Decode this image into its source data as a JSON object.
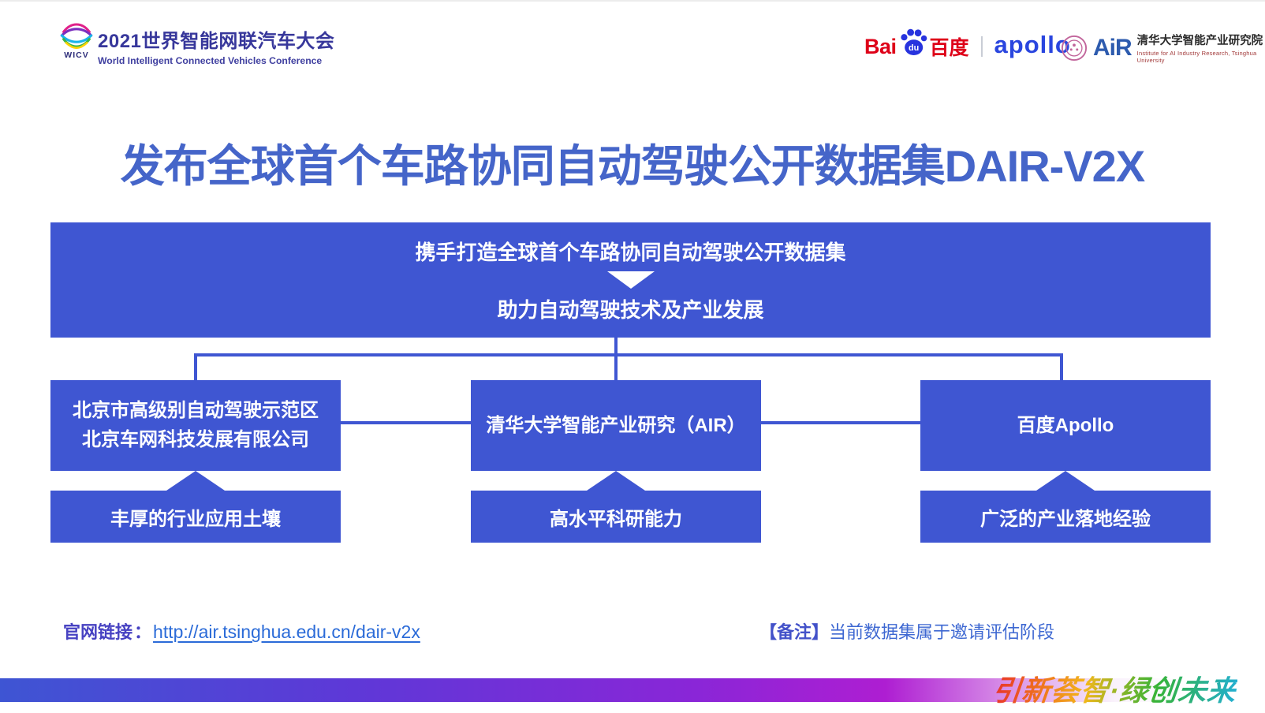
{
  "header": {
    "wicv": {
      "badge": "WICV",
      "title": "2021世界智能网联汽车大会",
      "subtitle": "World Intelligent Connected Vehicles Conference"
    },
    "baidu": {
      "bai": "Bai",
      "du": "du",
      "cn": "百度"
    },
    "apollo": {
      "wordmark": "apollo"
    },
    "air": {
      "wordmark": "AiR",
      "cn": "清华大学智能产业研究院",
      "en": "Institute for AI Industry Research, Tsinghua University"
    }
  },
  "title": "发布全球首个车路协同自动驾驶公开数据集DAIR-V2X",
  "diagram": {
    "top_box": {
      "line1": "携手打造全球首个车路协同自动驾驶公开数据集",
      "line2": "助力自动驾驶技术及产业发展"
    },
    "columns": [
      {
        "org_line1": "北京市高级别自动驾驶示范区",
        "org_line2": "北京车网科技发展有限公司",
        "capability": "丰厚的行业应用土壤"
      },
      {
        "org_line1": "清华大学智能产业研究（AIR）",
        "org_line2": "",
        "capability": "高水平科研能力"
      },
      {
        "org_line1": "百度Apollo",
        "org_line2": "",
        "capability": "广泛的产业落地经验"
      }
    ]
  },
  "footer": {
    "link_label": "官网链接",
    "separator": "：",
    "link_url": "http://air.tsinghua.edu.cn/dair-v2x",
    "note_label": "【备注】",
    "note_text": "当前数据集属于邀请评估阶段",
    "slogan": "引新荟智·绿创未来"
  },
  "colors": {
    "box_blue": "#3f56d2",
    "title_blue": "#4565c9",
    "baidu_red": "#de0018",
    "apollo_blue": "#2a46df",
    "bar_gradient": [
      "#3e55d3",
      "#8a26d7",
      "#ae1ed2"
    ],
    "slogan_gradient": [
      "#e8322b",
      "#f2b71b",
      "#35b339",
      "#23afd0"
    ]
  }
}
